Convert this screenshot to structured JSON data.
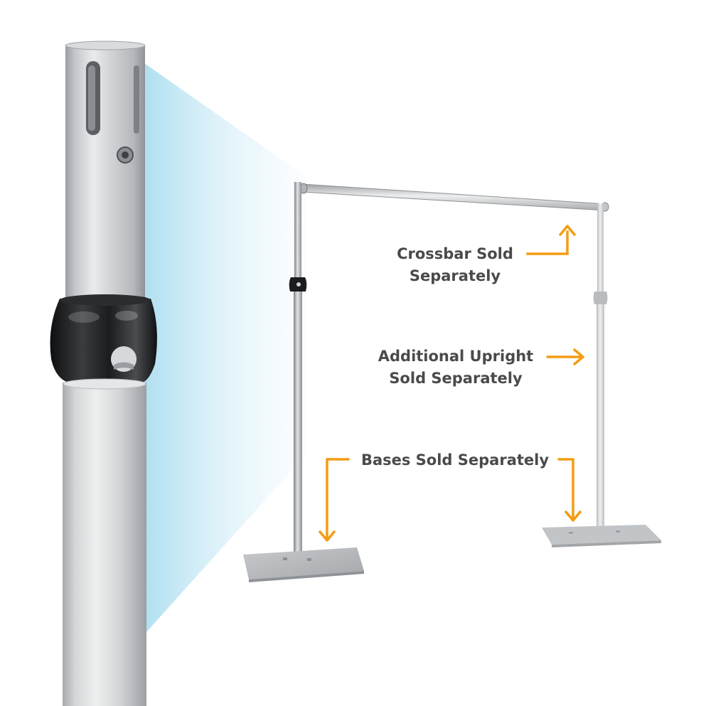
{
  "callouts": {
    "crossbar": {
      "line1": "Crossbar Sold",
      "line2": "Separately"
    },
    "upright": {
      "line1": "Additional Upright",
      "line2": "Sold Separately"
    },
    "bases": {
      "line1": "Bases Sold Separately"
    }
  },
  "colors": {
    "arrow": "#f39c12",
    "text": "#4a4a4a",
    "pole": "#c9cccf",
    "collar": "#1b1c1e",
    "glow": "#bfe6f3",
    "base_plate": "#b3b6b9"
  }
}
